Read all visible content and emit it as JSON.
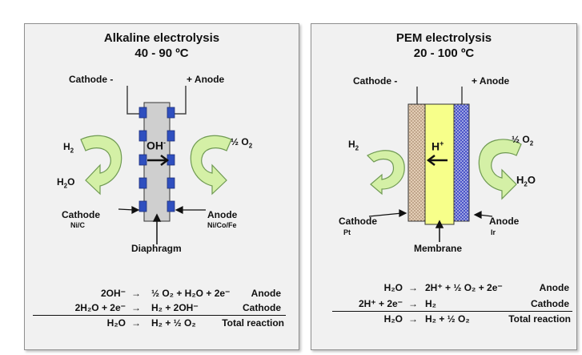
{
  "alkaline": {
    "title": "Alkaline electrolysis",
    "temp": "40 - 90 ºC",
    "cathode_terminal": "Cathode -",
    "anode_terminal": "+ Anode",
    "ion": "OH",
    "ion_sup": "-",
    "h2": "H",
    "h2_sub": "2",
    "h2o": "H",
    "h2o_sub": "2",
    "h2o_tail": "O",
    "o2": "½ O",
    "o2_sub": "2",
    "cathode_label": "Cathode",
    "cathode_material": "Ni/C",
    "anode_label": "Anode",
    "anode_material": "Ni/Co/Fe",
    "separator": "Diaphragm",
    "reactions": [
      {
        "left": "2OH⁻",
        "arrow": "→",
        "right": "½ O₂ + H₂O + 2e⁻",
        "electrode": "Anode"
      },
      {
        "left": "2H₂O + 2e⁻",
        "arrow": "→",
        "right": "H₂ + 2OH⁻",
        "electrode": "Cathode"
      },
      {
        "left": "H₂O",
        "arrow": "→",
        "right": "H₂ + ½ O₂",
        "electrode": "Total reaction"
      }
    ],
    "colors": {
      "electrode": "#2f4fbf",
      "cell": "#cfcfcf",
      "arrow_fill": "#d4f0a6"
    }
  },
  "pem": {
    "title": "PEM electrolysis",
    "temp": "20 - 100 ºC",
    "cathode_terminal": "Cathode -",
    "anode_terminal": "+ Anode",
    "ion": "H",
    "ion_sup": "+",
    "h2": "H",
    "h2_sub": "2",
    "o2": "½ O",
    "o2_sub": "2",
    "h2o": "H",
    "h2o_sub": "2",
    "h2o_tail": "O",
    "cathode_label": "Cathode",
    "cathode_material": "Pt",
    "anode_label": "Anode",
    "anode_material": "Ir",
    "separator": "Membrane",
    "reactions": [
      {
        "left": "H₂O",
        "arrow": "→",
        "right": "2H⁺ + ½ O₂ + 2e⁻",
        "electrode": "Anode"
      },
      {
        "left": "2H⁺ + 2e⁻",
        "arrow": "→",
        "right": "H₂",
        "electrode": "Cathode"
      },
      {
        "left": "H₂O",
        "arrow": "→",
        "right": "H₂ + ½ O₂",
        "electrode": "Total reaction"
      }
    ],
    "colors": {
      "membrane": "#f7ff8a",
      "cathode": "#d8bfa6",
      "anode": "#4b55c8",
      "arrow_fill": "#d4f0a6"
    }
  }
}
